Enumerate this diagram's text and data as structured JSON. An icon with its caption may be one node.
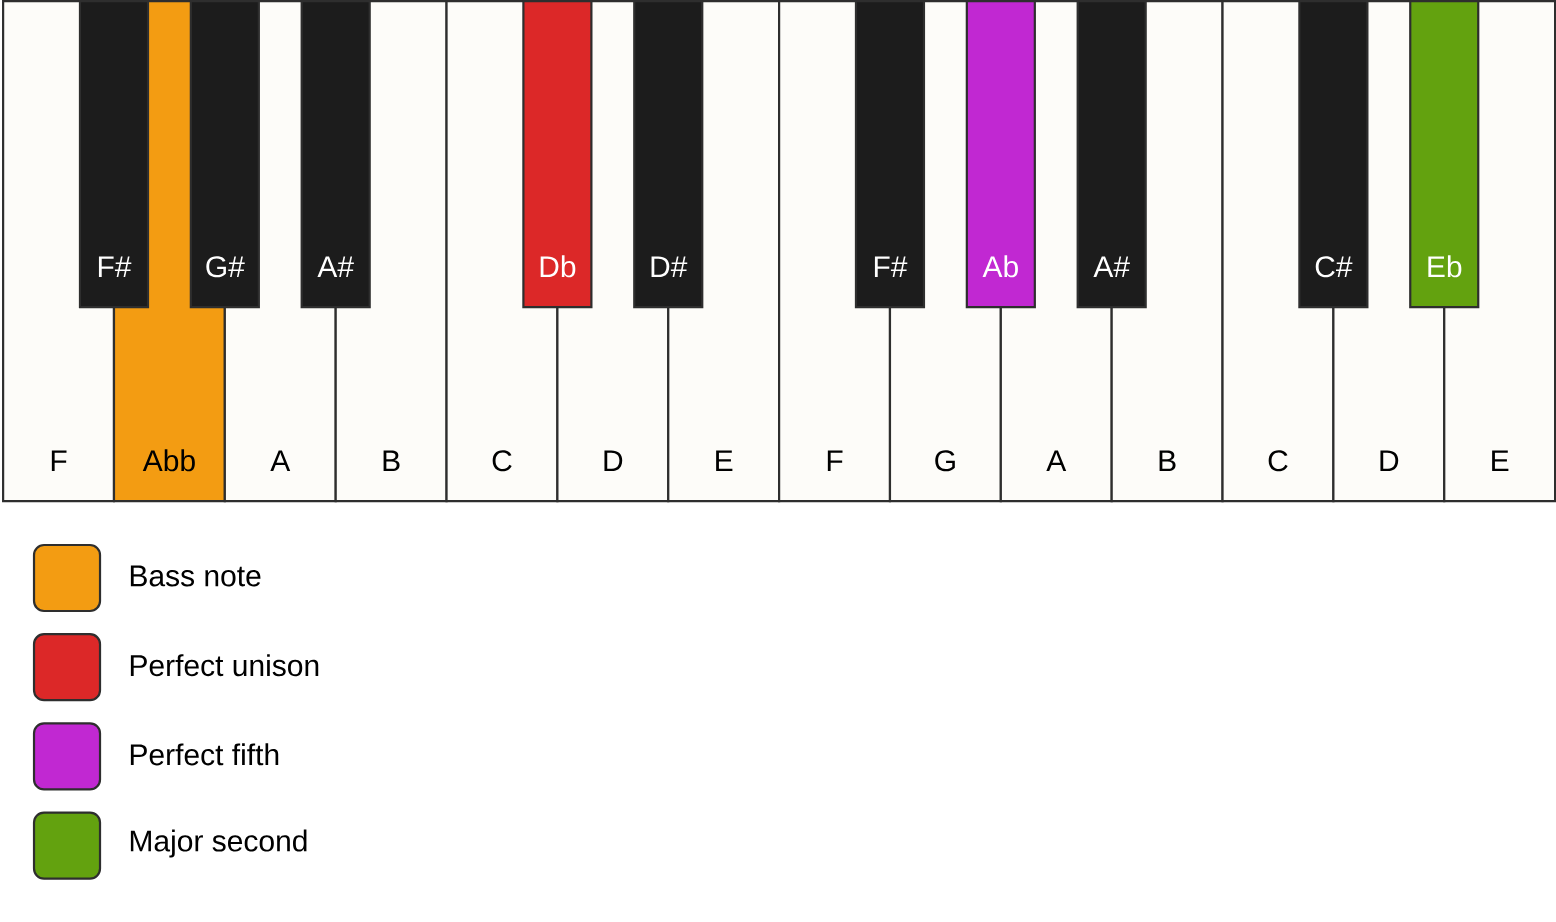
{
  "diagram": {
    "nodes": [
      {
        "text": [
          "F"
        ]
      },
      {
        "text": [
          "Abb"
        ]
      },
      {
        "text": [
          "A"
        ]
      },
      {
        "text": [
          "B"
        ]
      },
      {
        "text": [
          "C"
        ]
      },
      {
        "text": [
          "D"
        ]
      },
      {
        "text": [
          "E"
        ]
      },
      {
        "text": [
          "F"
        ]
      },
      {
        "text": [
          "G"
        ]
      },
      {
        "text": [
          "A"
        ]
      },
      {
        "text": [
          "B"
        ]
      },
      {
        "text": [
          "C"
        ]
      },
      {
        "text": [
          "D"
        ]
      },
      {
        "text": [
          "E"
        ]
      },
      {
        "text": [
          "F#"
        ]
      },
      {
        "text": [
          "G#"
        ]
      },
      {
        "text": [
          "A#"
        ]
      },
      {
        "text": [
          "Db"
        ]
      },
      {
        "text": [
          "D#"
        ]
      },
      {
        "text": [
          "F#"
        ]
      },
      {
        "text": [
          "Ab"
        ]
      },
      {
        "text": [
          "A#"
        ]
      },
      {
        "text": [
          "C#"
        ]
      },
      {
        "text": [
          "Eb"
        ]
      }
    ],
    "legend": [
      {
        "text": "Bass note",
        "color": "#f39c12"
      },
      {
        "text": "Perfect unison",
        "color": "#dc2828"
      },
      {
        "text": "Perfect fifth",
        "color": "#c128d2"
      },
      {
        "text": "Major second",
        "color": "#63a20f"
      }
    ]
  }
}
